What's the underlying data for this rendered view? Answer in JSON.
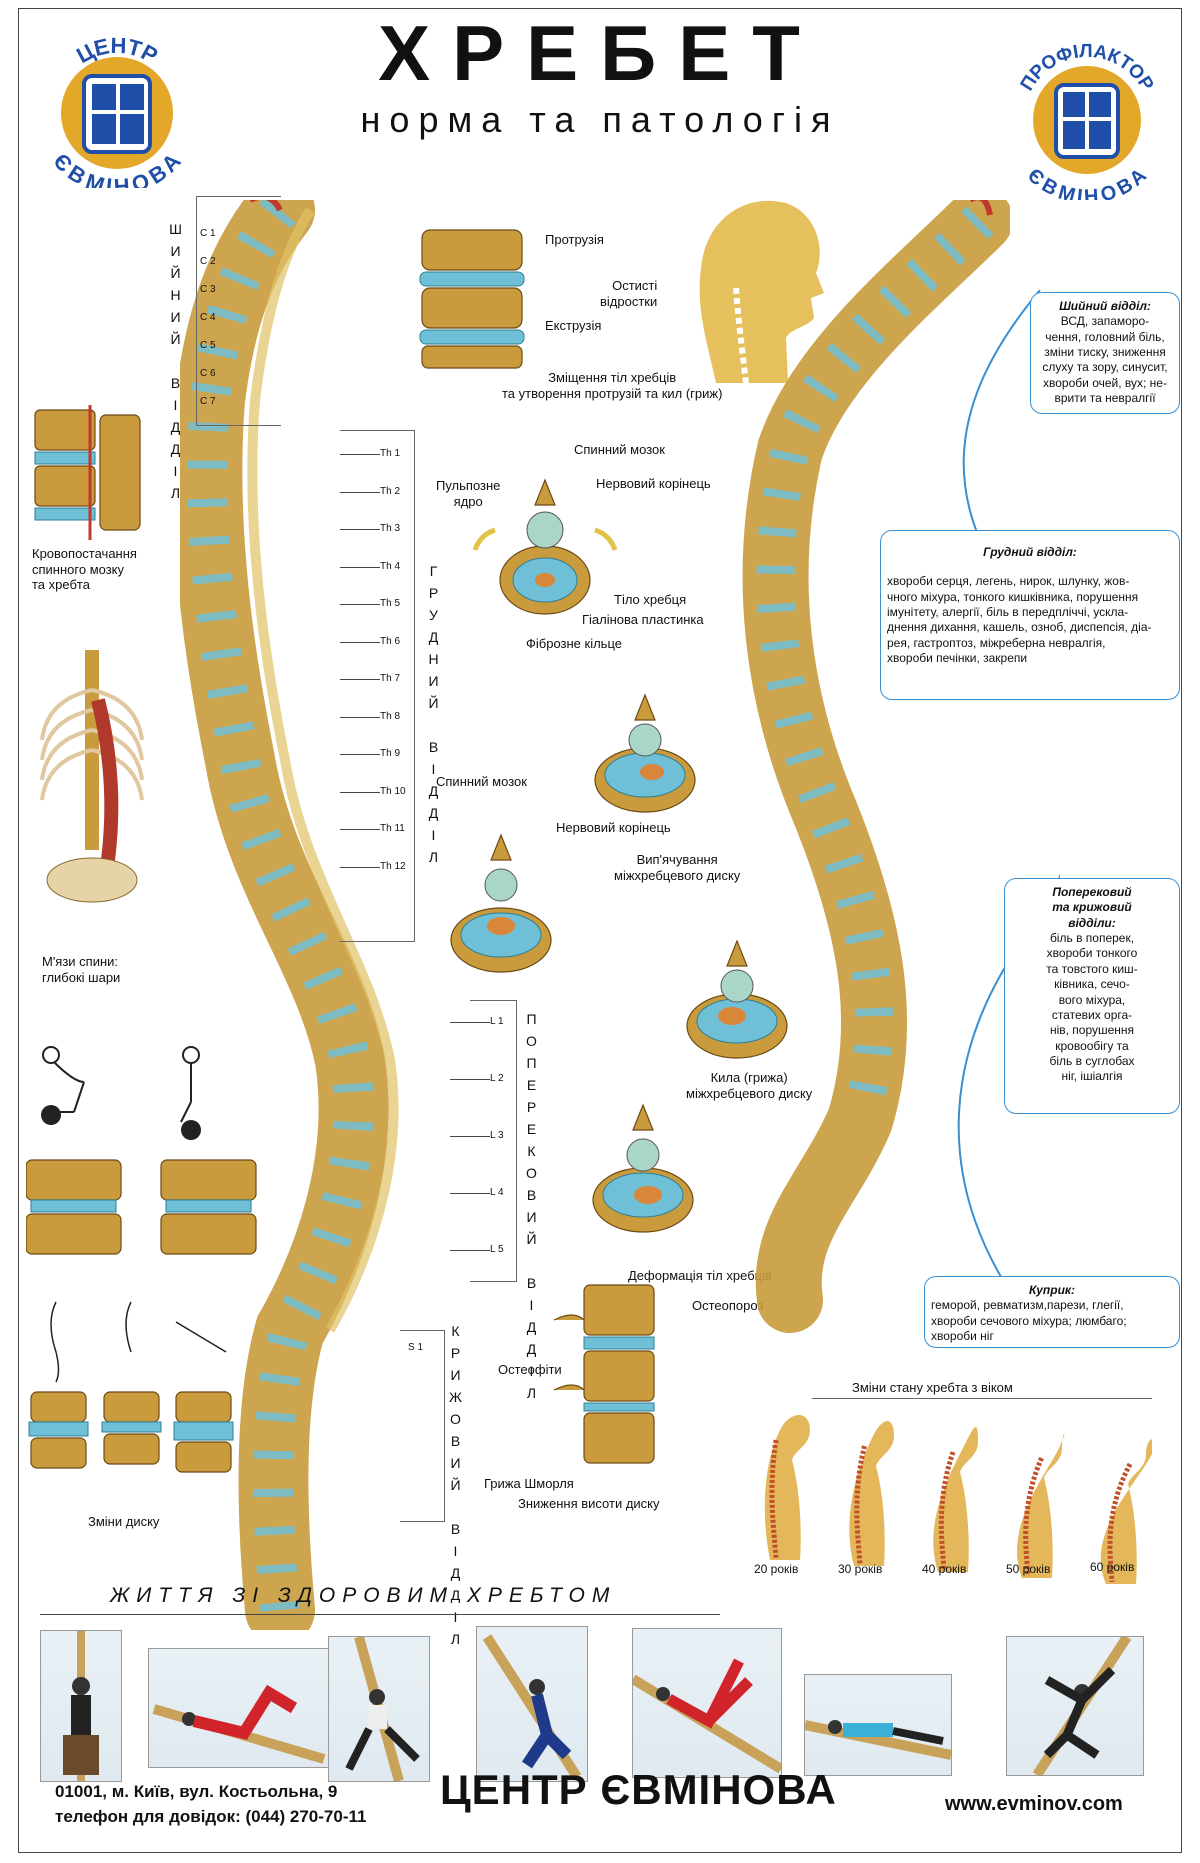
{
  "title": "ХРЕБЕТ",
  "subtitle": "норма та патологія",
  "logo_left": {
    "top_text": "ЦЕНТР",
    "bottom_text": "ЄВМІНОВА"
  },
  "logo_right": {
    "top_text": "ПРОФІЛАКТОР",
    "bottom_text": "ЄВМІНОВА"
  },
  "regions": {
    "cervical": "ШИЙНИЙ ВІДДІЛ",
    "thoracic": "ГРУДНИЙ ВІДДІЛ",
    "lumbar": "ПОПЕРЕКОВИЙ ВІДДІЛ",
    "sacral": "КРИЖОВИЙ ВІДДІЛ"
  },
  "vertebrae": {
    "cervical": [
      "С 1",
      "С 2",
      "С 3",
      "С 4",
      "С 5",
      "С 6",
      "С 7"
    ],
    "thoracic": [
      "Th 1",
      "Th 2",
      "Th 3",
      "Th 4",
      "Th 5",
      "Th 6",
      "Th 7",
      "Th 8",
      "Th 9",
      "Th 10",
      "Th 11",
      "Th 12"
    ],
    "lumbar": [
      "L 1",
      "L 2",
      "L 3",
      "L 4",
      "L 5"
    ],
    "sacral": [
      "S 1"
    ]
  },
  "labels": {
    "protrusion": "Протрузія",
    "extrusion": "Екструзія",
    "spinous": "Остисті\nвідростки",
    "displacement": "Зміщення тіл хребців\nта утворення протрузій та кил (гриж)",
    "spinal_cord": "Спинний мозок",
    "pulpous": "Пульпозне\nядро",
    "nerve_root": "Нервовий корінець",
    "vertebra_body": "Тіло хребця",
    "hyaline": "Гіалінова пластинка",
    "fibrous": "Фіброзне кільце",
    "spinal_cord2": "Спинний мозок",
    "nerve_root2": "Нервовий корінець",
    "bulging": "Вип'ячування\nміжхребцевого диску",
    "hernia": "Кила (грижа)\nміжхребцевого диску",
    "blood_supply": "Кровопостачання\nспинного мозку\nта хребта",
    "back_muscles": "М'язи спини:\nглибокі шари",
    "disc_changes": "Зміни диску",
    "deformation": "Деформація тіл хребців",
    "osteoporosis": "Остеопороз",
    "osteophytes": "Остеофіти",
    "schmorl": "Грижа Шморля",
    "height_loss": "Зниження висоти диску",
    "age_changes": "Зміни стану хребта з віком"
  },
  "info_boxes": [
    {
      "heading": "Шийний відділ:",
      "text": "ВСД, запаморо-\nчення, головний біль,\nзміни тиску, зниження\nслуху та зору, синусит,\nхвороби очей, вух; не-\nврити та невралгії"
    },
    {
      "heading": "Грудний відділ:",
      "text": "хвороби серця, легень, нирок, шлунку, жов-\nчного міхура, тонкого кишківника, порушення\nімунітету, алергії, біль в передпліччі, ускла-\nднення дихання, кашель, озноб, диспепсія, діа-\nрея, гастроптоз, міжреберна невралгія,\nхвороби печінки, закрепи"
    },
    {
      "heading": "Поперековий\nта крижовий\nвідділи:",
      "text": "біль в поперек,\nхвороби тонкого\nта товстого киш-\nківника, сечо-\nвого міхура,\nстатевих орга-\nнів, порушення\nкровообігу та\nбіль в суглобах\nніг, ішіалгія"
    },
    {
      "heading": "Куприк:",
      "text": "геморой, ревматизм,парези, глегії,\nхвороби сечового міхура; люмбаго;\nхвороби ніг"
    }
  ],
  "ages": [
    "20 років",
    "30 років",
    "40 років",
    "50 років",
    "60 років"
  ],
  "section_title": "ЖИТТЯ ЗІ ЗДОРОВИМ ХРЕБТОМ",
  "footer": {
    "address": "01001, м. Київ, вул. Костьольна, 9",
    "phone": "телефон для довідок: (044) 270-70-11",
    "brand": "ЦЕНТР ЄВМІНОВА",
    "url": "www.evminov.com"
  },
  "colors": {
    "bone": "#c99b3c",
    "disc": "#6fc0d6",
    "accent_blue": "#1f4fa8",
    "logo_yellow": "#e3a82a",
    "box_border": "#3a8fd0"
  }
}
